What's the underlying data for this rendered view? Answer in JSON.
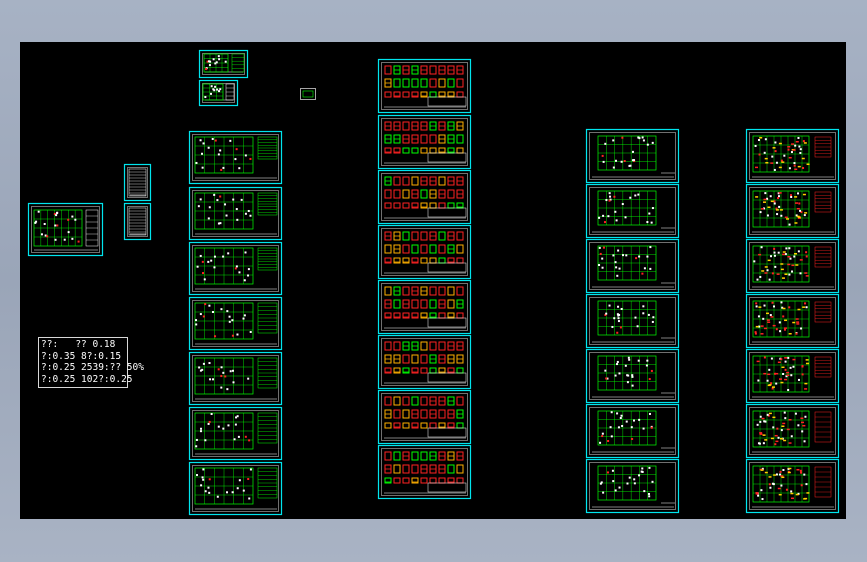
{
  "app": {
    "canvas_background": "#000000",
    "frame_color": "#00e5ee",
    "drawing_line_color": "#00ff00",
    "annotation_color": "#ff2222",
    "text_color": "#ffffff"
  },
  "notes": {
    "line1": "??:   ?? 0.18",
    "line2": "?:0.35 8?:0.15",
    "line3": "?:0.25 2539:?? 50%",
    "line4": "?:0.25 102?:0.25"
  }
}
